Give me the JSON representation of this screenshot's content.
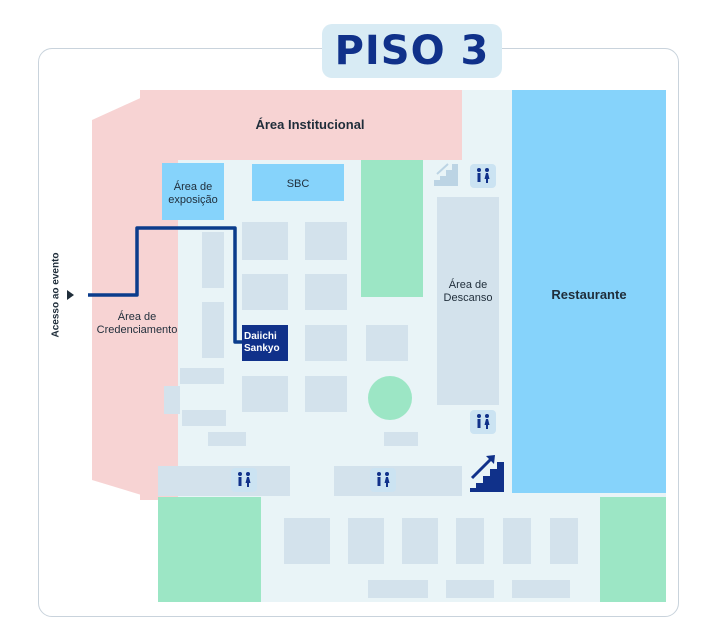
{
  "floor_title": "PISO 3",
  "areas": {
    "institucional": "Área Institucional",
    "exposicao_line1": "Área de",
    "exposicao_line2": "exposição",
    "sbc": "SBC",
    "credenciamento_line1": "Área de",
    "credenciamento_line2": "Credenciamento",
    "descanso_line1": "Área de",
    "descanso_line2": "Descanso",
    "restaurante": "Restaurante"
  },
  "entrance_label": "Acesso ao evento",
  "booth": {
    "line1": "Daiichi",
    "line2": "Sankyo"
  },
  "colors": {
    "pink": "#f7d3d3",
    "blue_area": "#86d3fb",
    "green": "#9ce6c5",
    "floor": "#e9f4f7",
    "room": "#d3e2ec",
    "accent": "#10318a",
    "route": "#0b3c8c"
  },
  "icons": [
    "restroom-icon",
    "stairs-icon"
  ]
}
